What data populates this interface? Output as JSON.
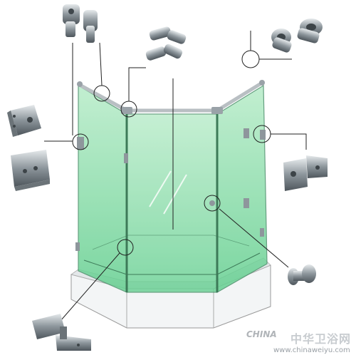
{
  "colors": {
    "glass": "#6fd39a",
    "glass_edge": "#4b8f6a",
    "metal": "#8e969c",
    "tray": "#f4f6f7",
    "leader": "#222222"
  },
  "parts": [
    "hinge-icon",
    "clamp-icon",
    "elbow-connector-icon",
    "rod-bracket-icon",
    "knob-icon",
    "floor-hinge-icon"
  ],
  "watermark": {
    "logo": "CHINA",
    "name": "中华卫浴网",
    "url": "www.chinaweiyu.com"
  }
}
